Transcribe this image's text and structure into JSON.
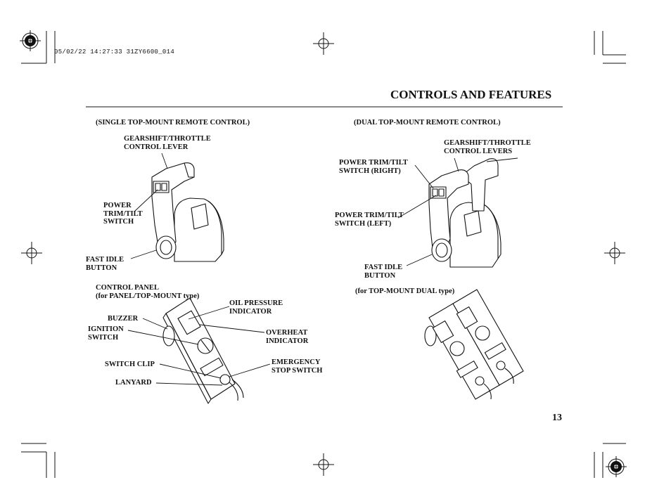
{
  "print_stamp": "05/02/22 14:27:33 31ZY6600_014",
  "section_title": "CONTROLS AND FEATURES",
  "page_number": "13",
  "single": {
    "caption": "(SINGLE TOP-MOUNT REMOTE CONTROL)",
    "lever": [
      "GEARSHIFT/THROTTLE",
      "CONTROL LEVER"
    ],
    "trim": [
      "POWER",
      "TRIM/TILT",
      "SWITCH"
    ],
    "fast_idle": [
      "FAST IDLE",
      "BUTTON"
    ]
  },
  "dual": {
    "caption": "(DUAL TOP-MOUNT REMOTE CONTROL)",
    "levers": [
      "GEARSHIFT/THROTTLE",
      "CONTROL LEVERS"
    ],
    "trim_right": [
      "POWER TRIM/TILT",
      "SWITCH (RIGHT)"
    ],
    "trim_left": [
      "POWER TRIM/TILT",
      "SWITCH (LEFT)"
    ],
    "fast_idle": [
      "FAST IDLE",
      "BUTTON"
    ]
  },
  "panel": {
    "caption": [
      "CONTROL PANEL",
      "(for PANEL/TOP-MOUNT type)"
    ],
    "buzzer": "BUZZER",
    "ignition": [
      "IGNITION",
      "SWITCH"
    ],
    "switch_clip": "SWITCH CLIP",
    "lanyard": "LANYARD",
    "oil_pressure": [
      "OIL PRESSURE",
      "INDICATOR"
    ],
    "overheat": [
      "OVERHEAT",
      "INDICATOR"
    ],
    "emergency": [
      "EMERGENCY",
      "STOP SWITCH"
    ]
  },
  "dual_panel": {
    "caption": "(for TOP-MOUNT DUAL type)"
  }
}
